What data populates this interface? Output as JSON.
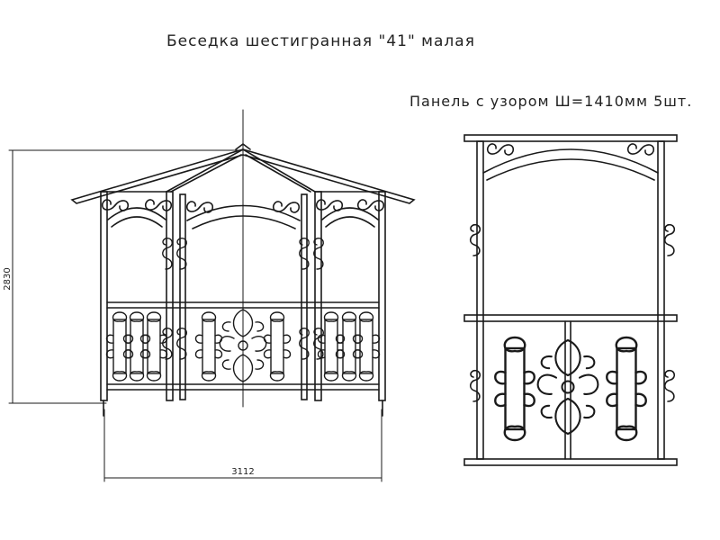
{
  "drawing": {
    "title": "Беседка шестигранная \"41\" малая",
    "panel_caption": "Панель с узором Ш=1410мм 5шт.",
    "dimension_width": "3112",
    "dimension_height": "2830"
  },
  "colors": {
    "ink": "#1a1a1a",
    "background": "#ffffff"
  }
}
